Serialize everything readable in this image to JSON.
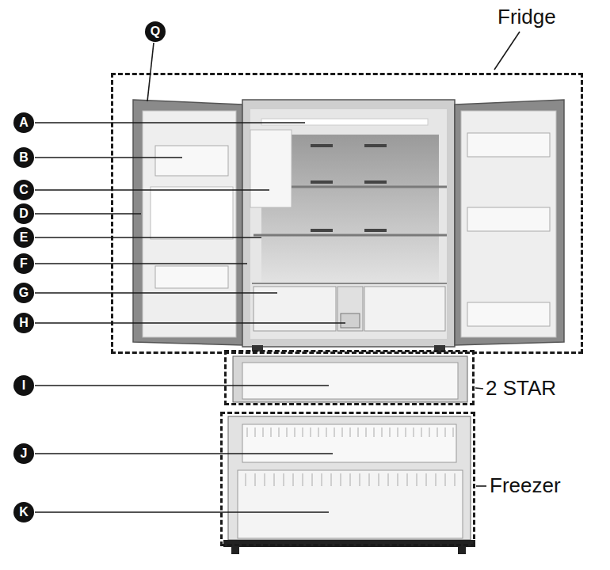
{
  "diagram": {
    "nodes": [
      {
        "text": [
          "Fridge"
        ]
      },
      {
        "text": [
          "2 STAR"
        ]
      },
      {
        "text": [
          "Freezer"
        ]
      }
    ],
    "labels": [
      "Q",
      "A",
      "B",
      "C",
      "D",
      "E",
      "F",
      "G",
      "H",
      "I",
      "J",
      "K"
    ]
  }
}
